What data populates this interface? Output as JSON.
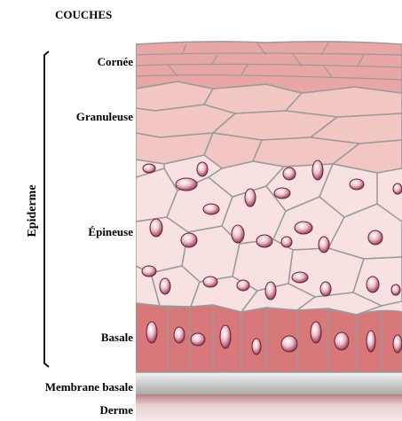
{
  "title": "COUCHES",
  "group_label": "Epiderme",
  "layers": {
    "cornee": "Cornée",
    "granuleuse": "Granuleuse",
    "epineuse": "Épineuse",
    "basale": "Basale",
    "membrane_basale": "Membrane basale",
    "derme": "Derme"
  },
  "colors": {
    "cornee": "#e8a7a5",
    "granuleuse": "#f1c6c3",
    "epineuse": "#f7e2e1",
    "basale": "#d9787a",
    "membrane": "#c9c9c9",
    "derme": "#c78f93",
    "outline": "#9a9a9a",
    "nucleus": "#e8b7c5",
    "nucleus_rim": "#6e1f33"
  }
}
